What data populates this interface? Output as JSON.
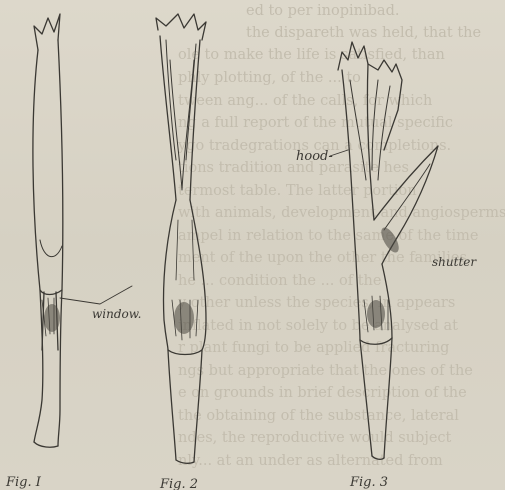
{
  "background_text": [
    "ed to per inopinibad.",
    "the dispareth was held, that the",
    "ole to make the life is satisfied, than",
    "phly plotting, of the ... to",
    "tween ang... of the calls, for which",
    "ng a full report of the mutual specific",
    "ygo tradegrations can a completions.",
    "tions tradition and parasite hes",
    "termost table. The latter portion",
    "with animals, development and angiosperms",
    "ampel in relation to the same of the time",
    "ment of the upon the other the families",
    "he ... condition the ... of the",
    "y other unless the species, in appears",
    "inflated in not solely to be analysed at",
    "r plant fungi to be applied fracturing",
    "ngs but appropriate that the ones of the",
    "e on grounds in brief description of the",
    "the obtaining of the substance, lateral",
    "ndes, the reproductive would subject",
    "nly... at an under as alternated from"
  ],
  "annotations": {
    "window": "window.",
    "hood": "hood-",
    "shutter": "shutter"
  },
  "captions": {
    "fig1": "Fig. I",
    "fig2": "Fig. 2",
    "fig3": "Fig. 3"
  },
  "colors": {
    "paper": "#d8d3c6",
    "ink": "#3a3833",
    "faded_text": "#c3bdae"
  }
}
